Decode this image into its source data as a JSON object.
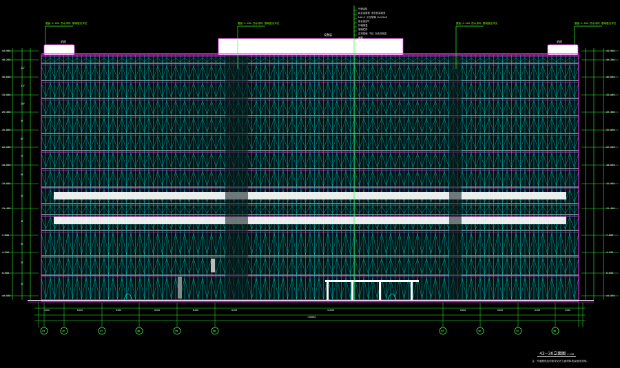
{
  "colors": {
    "background": "#000000",
    "facade_cyan": "#00e5e5",
    "outline_magenta": "#ff33ff",
    "dimension_green": "#33ff33",
    "text_white": "#ffffff"
  },
  "roof": {
    "left_callout": "屋面-0.600 防水涂料 基础做法详见",
    "center_callout": "屋面-0.600 防水涂料 基础做法详见",
    "right_callout": "屋面-0.600 防水涂料 基础做法详见",
    "far_right_callout": "屋面-0.600 防水涂料 基础做法详见",
    "left_box_label": "机房",
    "right_box_label": "机房",
    "penthouse_label": "设备层"
  },
  "material_notes": [
    "外墙涂料",
    "铝合金窗框 深灰色氟碳漆",
    "Low-E 中空玻璃 6+12A+6",
    "铝合金百叶",
    "外墙保温",
    "玻璃栏杆",
    "石材幕墙 干挂 灰色花岗岩",
    "雨篷"
  ],
  "left_levels": [
    "44.900",
    "40.200",
    "36.600",
    "33.000",
    "29.400",
    "25.800",
    "22.200",
    "18.600",
    "15.000",
    "11.400",
    "7.800",
    "4.200",
    "0.600",
    "±0.000"
  ],
  "right_levels": [
    "44.900",
    "40.200",
    "36.600",
    "33.000",
    "29.400",
    "25.800",
    "22.200",
    "18.600",
    "15.000",
    "11.400",
    "7.800",
    "4.200",
    "0.600",
    "±0.000"
  ],
  "floor_labels": [
    "12F",
    "11F",
    "10F",
    "9F",
    "8F",
    "7F",
    "6F",
    "5F",
    "4F",
    "3F",
    "2F",
    "1F"
  ],
  "axis_labels": [
    "43",
    "42",
    "41",
    "40",
    "39",
    "38",
    "33",
    "32",
    "31",
    "30"
  ],
  "bottom_dims": [
    "4500",
    "8400",
    "8400",
    "8400",
    "8400",
    "8400",
    "51000",
    "8400",
    "8400",
    "8400",
    "4500"
  ],
  "total_dim": "118800",
  "title_block": {
    "title": "43~30立面图",
    "scale": "1:150",
    "note": "注：外墙颜色及材质详见外立面材料表及相关说明。"
  }
}
